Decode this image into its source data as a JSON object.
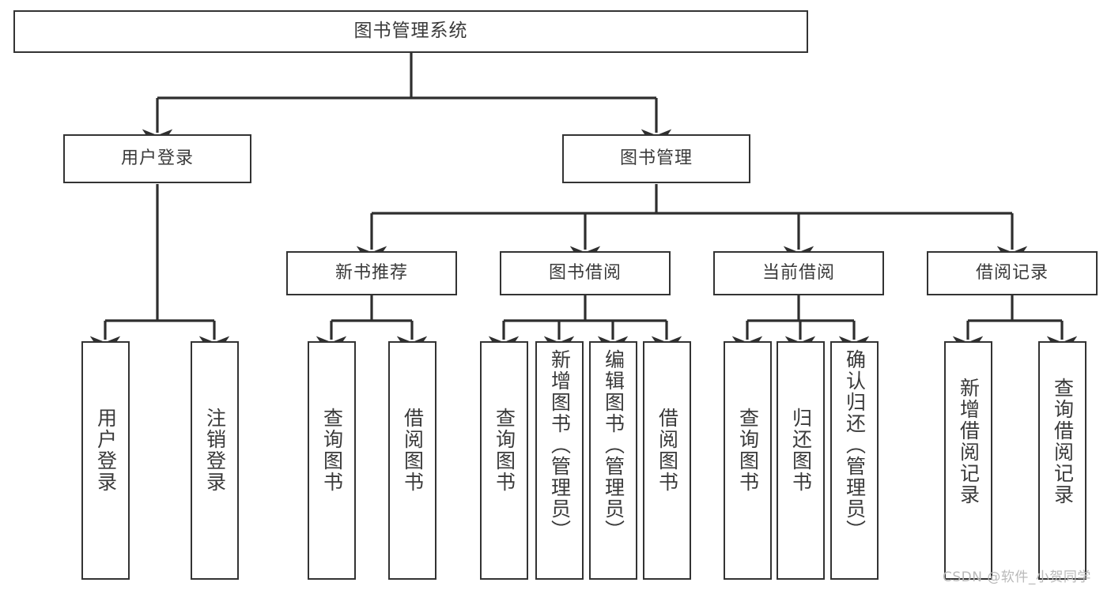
{
  "diagram": {
    "title": "图书管理系统",
    "type": "tree-hierarchy",
    "nodes": {
      "root": {
        "label": "图书管理系统"
      },
      "level2": [
        {
          "id": "user-login",
          "label": "用户登录"
        },
        {
          "id": "book-management",
          "label": "图书管理"
        }
      ],
      "level3": [
        {
          "id": "new-book-recommend",
          "label": "新书推荐"
        },
        {
          "id": "book-borrow",
          "label": "图书借阅"
        },
        {
          "id": "current-borrow",
          "label": "当前借阅"
        },
        {
          "id": "borrow-record",
          "label": "借阅记录"
        }
      ],
      "leaves": {
        "user_login": [
          {
            "id": "leaf-user-login",
            "label": "用户登录"
          },
          {
            "id": "leaf-logout-login",
            "label": "注销登录"
          }
        ],
        "new_book_recommend": [
          {
            "id": "leaf-query-book-1",
            "label": "查询图书"
          },
          {
            "id": "leaf-borrow-book-1",
            "label": "借阅图书"
          }
        ],
        "book_borrow": [
          {
            "id": "leaf-query-book-2",
            "label": "查询图书"
          },
          {
            "id": "leaf-add-book",
            "label": "新增图书（管理员）"
          },
          {
            "id": "leaf-edit-book",
            "label": "编辑图书（管理员）"
          },
          {
            "id": "leaf-borrow-book-2",
            "label": "借阅图书"
          }
        ],
        "current_borrow": [
          {
            "id": "leaf-query-book-3",
            "label": "查询图书"
          },
          {
            "id": "leaf-return-book",
            "label": "归还图书"
          },
          {
            "id": "leaf-confirm-return",
            "label": "确认归还（管理员）"
          }
        ],
        "borrow_record": [
          {
            "id": "leaf-add-record",
            "label": "新增借阅记录"
          },
          {
            "id": "leaf-query-record",
            "label": "查询借阅记录"
          }
        ]
      }
    },
    "colors": {
      "border": "#333333",
      "text": "#3a3a3a",
      "background": "#ffffff",
      "edge": "#2e2e2e",
      "watermark": "#b9b9b9"
    }
  },
  "watermark": {
    "text": "CSDN @软件_小贺同学"
  }
}
